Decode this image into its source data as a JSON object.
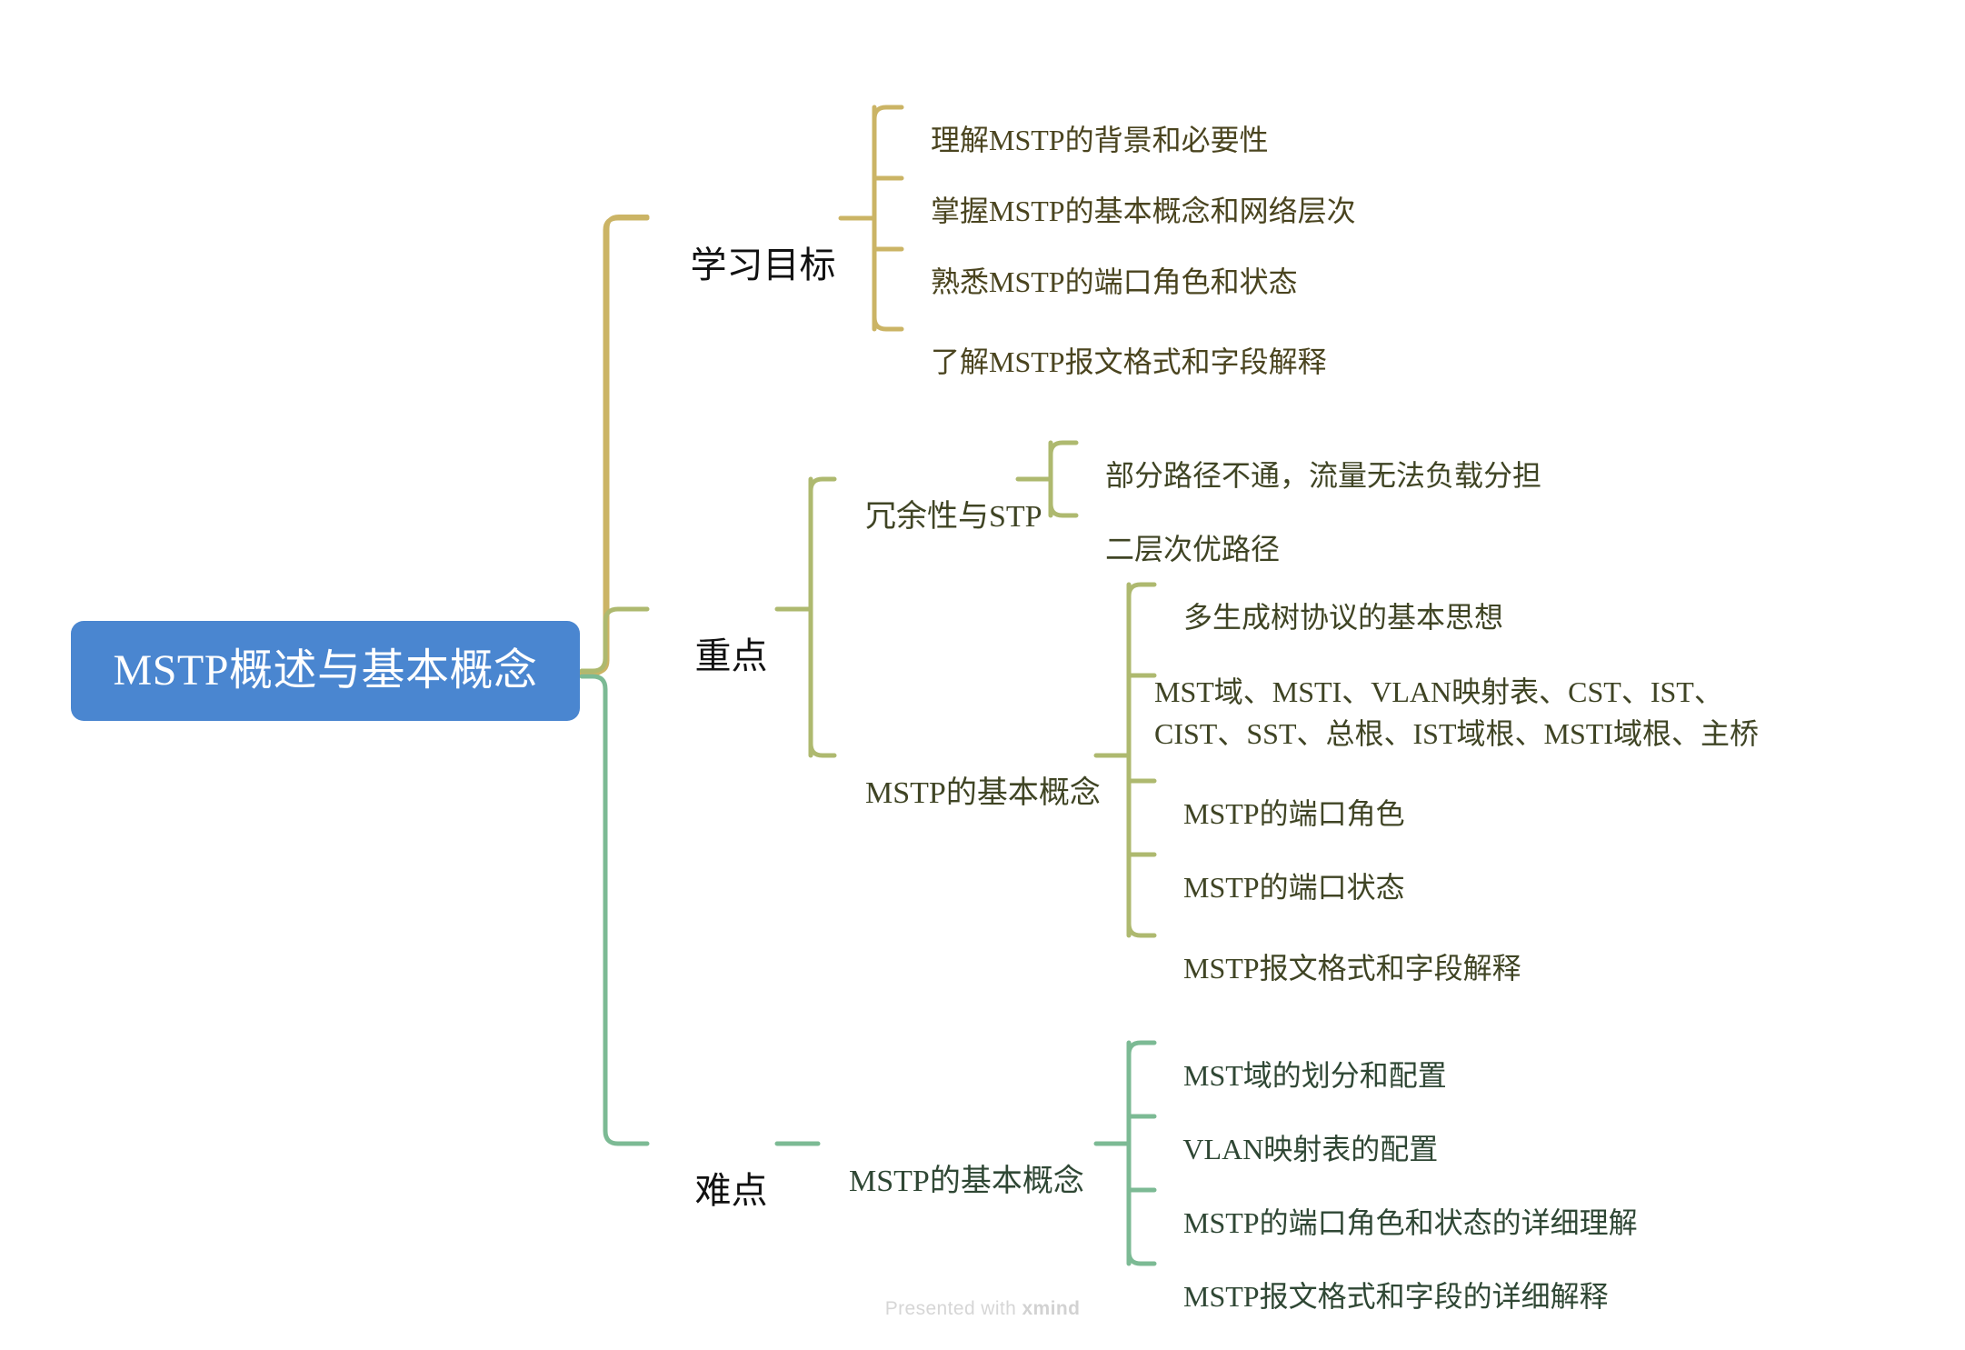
{
  "title": "MSTP概述与基本概念",
  "colors": {
    "root_fill": "#4a86d0",
    "root_text": "#ffffff",
    "branch_gold": "#cbb465",
    "branch_olive": "#aeb96f",
    "branch_green": "#7cba94",
    "text_gold": "#4a441f",
    "text_olive": "#3f4424",
    "text_green": "#2f4734",
    "background": "#ffffff",
    "watermark": "#d6d6d6"
  },
  "root": {
    "label": "MSTP概述与基本概念"
  },
  "branches": [
    {
      "label": "学习目标",
      "color": "#cbb465",
      "children": [
        {
          "label": "理解MSTP的背景和必要性"
        },
        {
          "label": "掌握MSTP的基本概念和网络层次"
        },
        {
          "label": "熟悉MSTP的端口角色和状态"
        },
        {
          "label": "了解MSTP报文格式和字段解释"
        }
      ]
    },
    {
      "label": "重点",
      "color": "#aeb96f",
      "children": [
        {
          "label": "冗余性与STP",
          "children": [
            {
              "label": "部分路径不通，流量无法负载分担"
            },
            {
              "label": "二层次优路径"
            }
          ]
        },
        {
          "label": "MSTP的基本概念",
          "children": [
            {
              "label": "多生成树协议的基本思想"
            },
            {
              "label": "MST域、MSTI、VLAN映射表、CST、IST、\nCIST、SST、总根、IST域根、MSTI域根、主桥"
            },
            {
              "label": "MSTP的端口角色"
            },
            {
              "label": "MSTP的端口状态"
            },
            {
              "label": "MSTP报文格式和字段解释"
            }
          ]
        }
      ]
    },
    {
      "label": "难点",
      "color": "#7cba94",
      "children": [
        {
          "label": "MSTP的基本概念",
          "children": [
            {
              "label": "MST域的划分和配置"
            },
            {
              "label": "VLAN映射表的配置"
            },
            {
              "label": "MSTP的端口角色和状态的详细理解"
            },
            {
              "label": "MSTP报文格式和字段的详细解释"
            }
          ]
        }
      ]
    }
  ],
  "watermark": {
    "prefix": "Presented with ",
    "brand": "xmind"
  }
}
